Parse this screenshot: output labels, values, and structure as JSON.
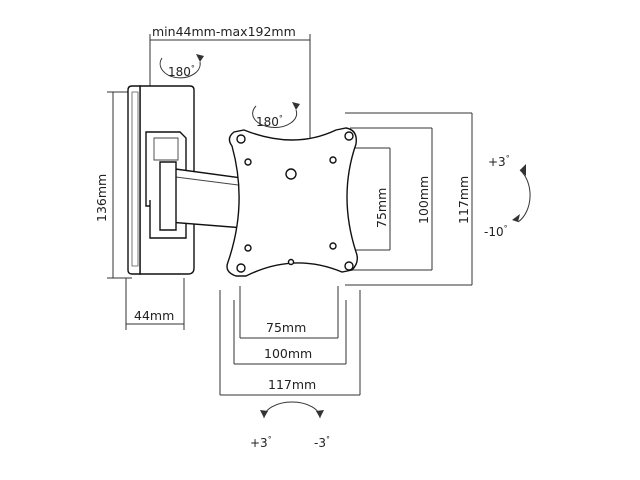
{
  "labels": {
    "depth": "min44mm-max192mm",
    "swivel_top": "180",
    "swivel_mid": "180",
    "wall_height": "136mm",
    "wall_width": "44mm",
    "hole_v_small": "75mm",
    "hole_v_large": "100mm",
    "plate_v": "117mm",
    "hole_h_small": "75mm",
    "hole_h_large": "100mm",
    "plate_h": "117mm",
    "tilt_up": "+3",
    "tilt_down": "-10",
    "rotate_left": "+3",
    "rotate_right": "-3",
    "degree": "°"
  },
  "colors": {
    "line": "#333333",
    "fill": "#ffffff",
    "outline": "#111111"
  }
}
